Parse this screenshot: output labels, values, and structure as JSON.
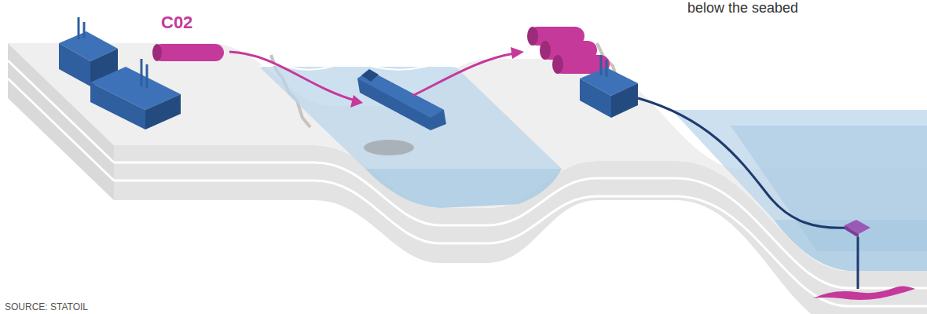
{
  "diagram": {
    "labels": [
      "C02",
      "below the seabed",
      "SOURCE: STATOIL"
    ]
  }
}
